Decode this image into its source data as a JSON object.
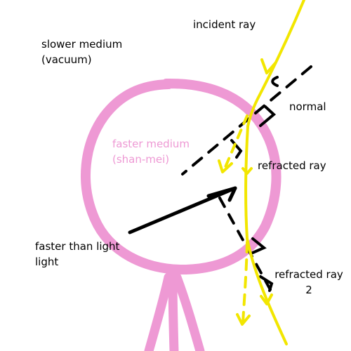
{
  "labels": {
    "incident_ray": "incident ray",
    "slower_medium": "slower medium\n(vacuum)",
    "normal": "normal",
    "faster_medium": "faster medium\n(shan-mei)",
    "refracted_ray": "refracted ray",
    "faster_than_light": "faster than light\nlight",
    "refracted_ray_2": "refracted ray\n2"
  },
  "colors": {
    "ray": "#f2e600",
    "medium": "#ee99d4",
    "ink": "#000000",
    "background": "#ffffff"
  }
}
